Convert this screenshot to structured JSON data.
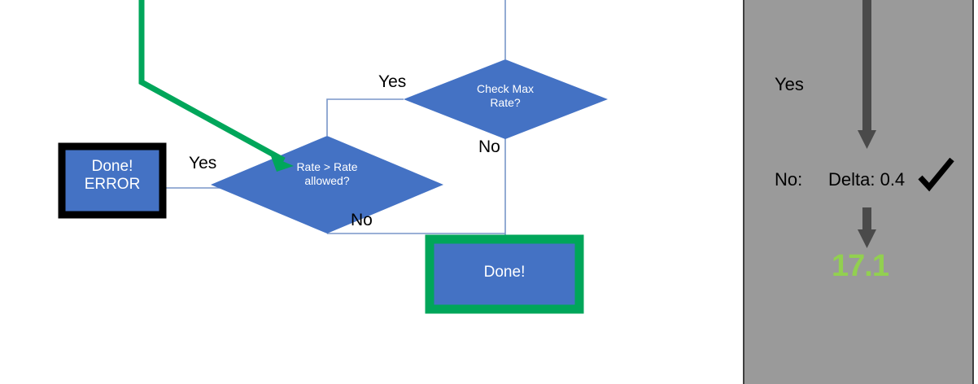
{
  "slide": {
    "background": "#ffffff",
    "accent_blue": "#4472C4",
    "connector_blue": "#7896C8",
    "highlight_green": "#00A65A",
    "panel_gray": "#9A9A9A",
    "arrow_gray": "#4A4A4A",
    "value_green": "#92D050",
    "black": "#000000"
  },
  "flowchart": {
    "nodes": [
      {
        "id": "check-max-rate",
        "type": "decision",
        "label": "Check Max\nRate?",
        "fill": "#4472C4",
        "text_color": "#ffffff"
      },
      {
        "id": "rate-gt-rate-allowed",
        "type": "decision",
        "label": "Rate > Rate\nallowed?",
        "fill": "#4472C4",
        "text_color": "#ffffff"
      },
      {
        "id": "done-error",
        "type": "terminator",
        "label": "Done!\nERROR",
        "fill": "#4472C4",
        "border": "#000000",
        "text_color": "#ffffff"
      },
      {
        "id": "done",
        "type": "terminator",
        "label": "Done!",
        "fill": "#4472C4",
        "border": "#00A65A",
        "text_color": "#ffffff"
      }
    ],
    "edge_labels": [
      {
        "id": "yes-check-max",
        "text": "Yes"
      },
      {
        "id": "no-check-max",
        "text": "No"
      },
      {
        "id": "yes-rate-allowed",
        "text": "Yes"
      },
      {
        "id": "no-rate-allowed",
        "text": "No"
      }
    ]
  },
  "panel": {
    "yes_label": "Yes",
    "no_label": "No:",
    "delta_label": "Delta: 0.4",
    "check_mark": "✔",
    "result_value": "17.1"
  }
}
